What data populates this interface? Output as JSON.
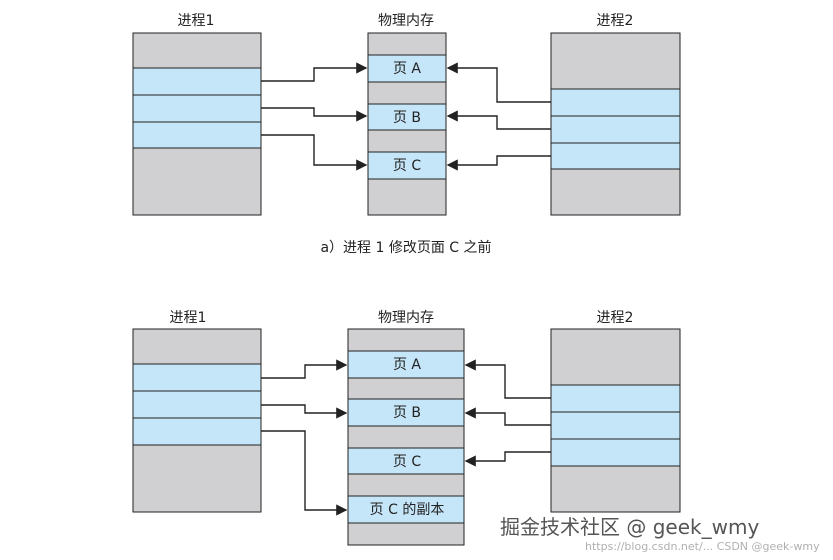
{
  "diagram_a": {
    "process1_label": "进程1",
    "memory_label": "物理内存",
    "process2_label": "进程2",
    "page_a": "页 A",
    "page_b": "页 B",
    "page_c": "页 C",
    "caption": "a）进程 1 修改页面 C 之前"
  },
  "diagram_b": {
    "process1_label": "进程1",
    "memory_label": "物理内存",
    "process2_label": "进程2",
    "page_a": "页 A",
    "page_b": "页 B",
    "page_c": "页 C",
    "page_c_copy": "页 C 的副本"
  },
  "watermark": {
    "brand": "掘金技术社区 @ geek_wmy",
    "small": "https://blog.csdn.net/...  CSDN @geek-wmy"
  },
  "colors": {
    "gray_fill": "#d0d0d2",
    "blue_fill": "#c5e5f8",
    "stroke": "#222222"
  }
}
